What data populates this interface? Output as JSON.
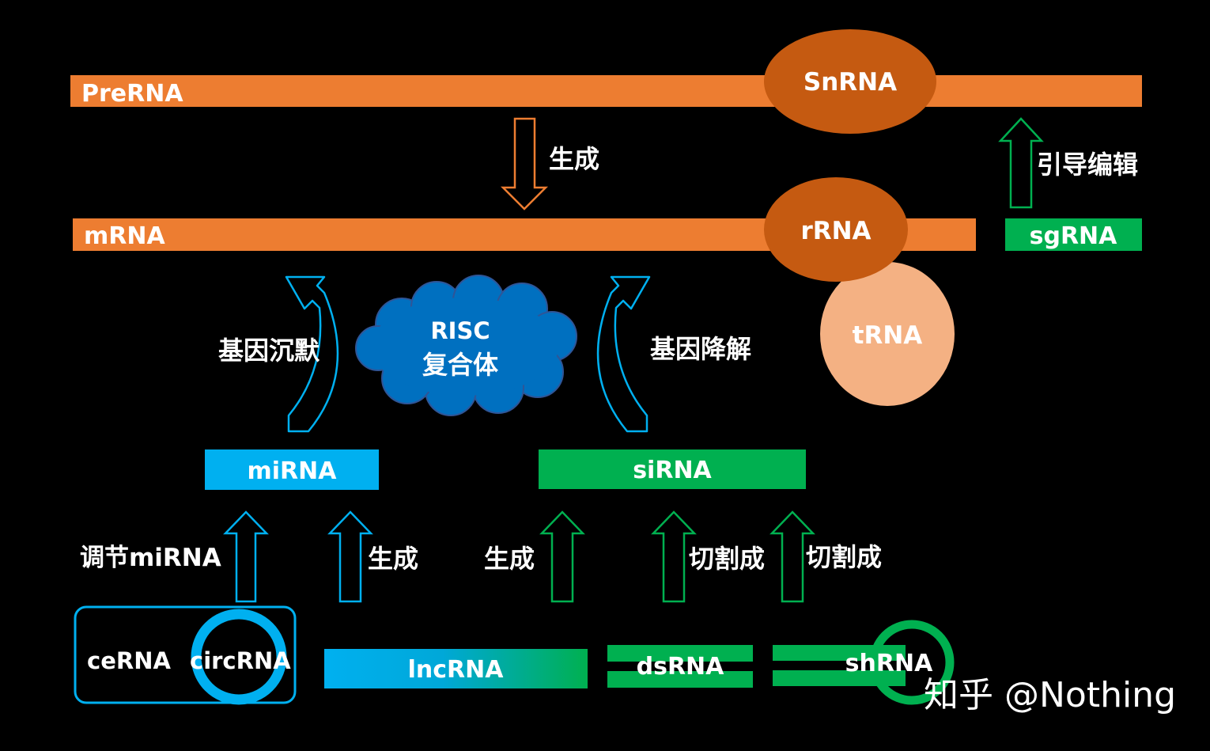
{
  "nodes": {
    "prerna": "PreRNA",
    "snrna": "SnRNA",
    "mrna": "mRNA",
    "rrna": "rRNA",
    "sgrna": "sgRNA",
    "trna": "tRNA",
    "risc_line1": "RISC",
    "risc_line2": "复合体",
    "mirna": "miRNA",
    "sirna": "siRNA",
    "cerna": "ceRNA",
    "circrna": "circRNA",
    "lncrna": "lncRNA",
    "dsrna": "dsRNA",
    "shrna": "shRNA"
  },
  "edges": {
    "prerna_to_mrna": "生成",
    "sgrna_to_prerna": "引导编辑",
    "mirna_to_mrna": "基因沉默",
    "sirna_to_mrna": "基因降解",
    "circrna_to_mirna": "调节miRNA",
    "lncrna_to_mirna": "生成",
    "lncrna_to_sirna": "生成",
    "dsrna_to_sirna": "切割成",
    "shrna_to_sirna": "切割成"
  },
  "watermark": "知乎 @Nothing",
  "colors": {
    "background": "#000000",
    "orange_bar": "#ED7D31",
    "dark_orange": "#C55A11",
    "light_orange": "#F4B183",
    "blue": "#00B0F0",
    "cloud_blue": "#0070C0",
    "green": "#00B050",
    "text": "#FFFFFF"
  }
}
